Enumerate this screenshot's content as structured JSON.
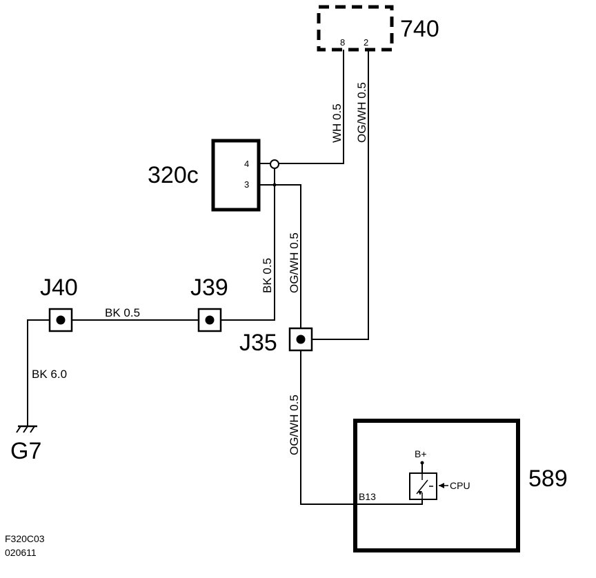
{
  "components": {
    "c740": {
      "id": "740",
      "pins": [
        "8",
        "2"
      ]
    },
    "c320c": {
      "id": "320c",
      "pins": [
        "4",
        "3"
      ]
    },
    "c589": {
      "id": "589",
      "pin": "B13",
      "supply": "B+",
      "cpu": "CPU"
    }
  },
  "junctions": {
    "j40": "J40",
    "j39": "J39",
    "j35": "J35"
  },
  "ground": {
    "id": "G7"
  },
  "wires": {
    "wh_740": "WH  0.5",
    "ogwh_740": "OG/WH  0.5",
    "bk_320c": "BK  0.5",
    "ogwh_320c": "OG/WH  0.5",
    "bk_j40_j39": "BK  0.5",
    "bk_ground": "BK  6.0",
    "ogwh_589": "OG/WH  0.5"
  },
  "footer": {
    "figure_id": "F320C03",
    "date": "020611"
  },
  "colors": {
    "line": "#000000",
    "background": "#ffffff"
  }
}
